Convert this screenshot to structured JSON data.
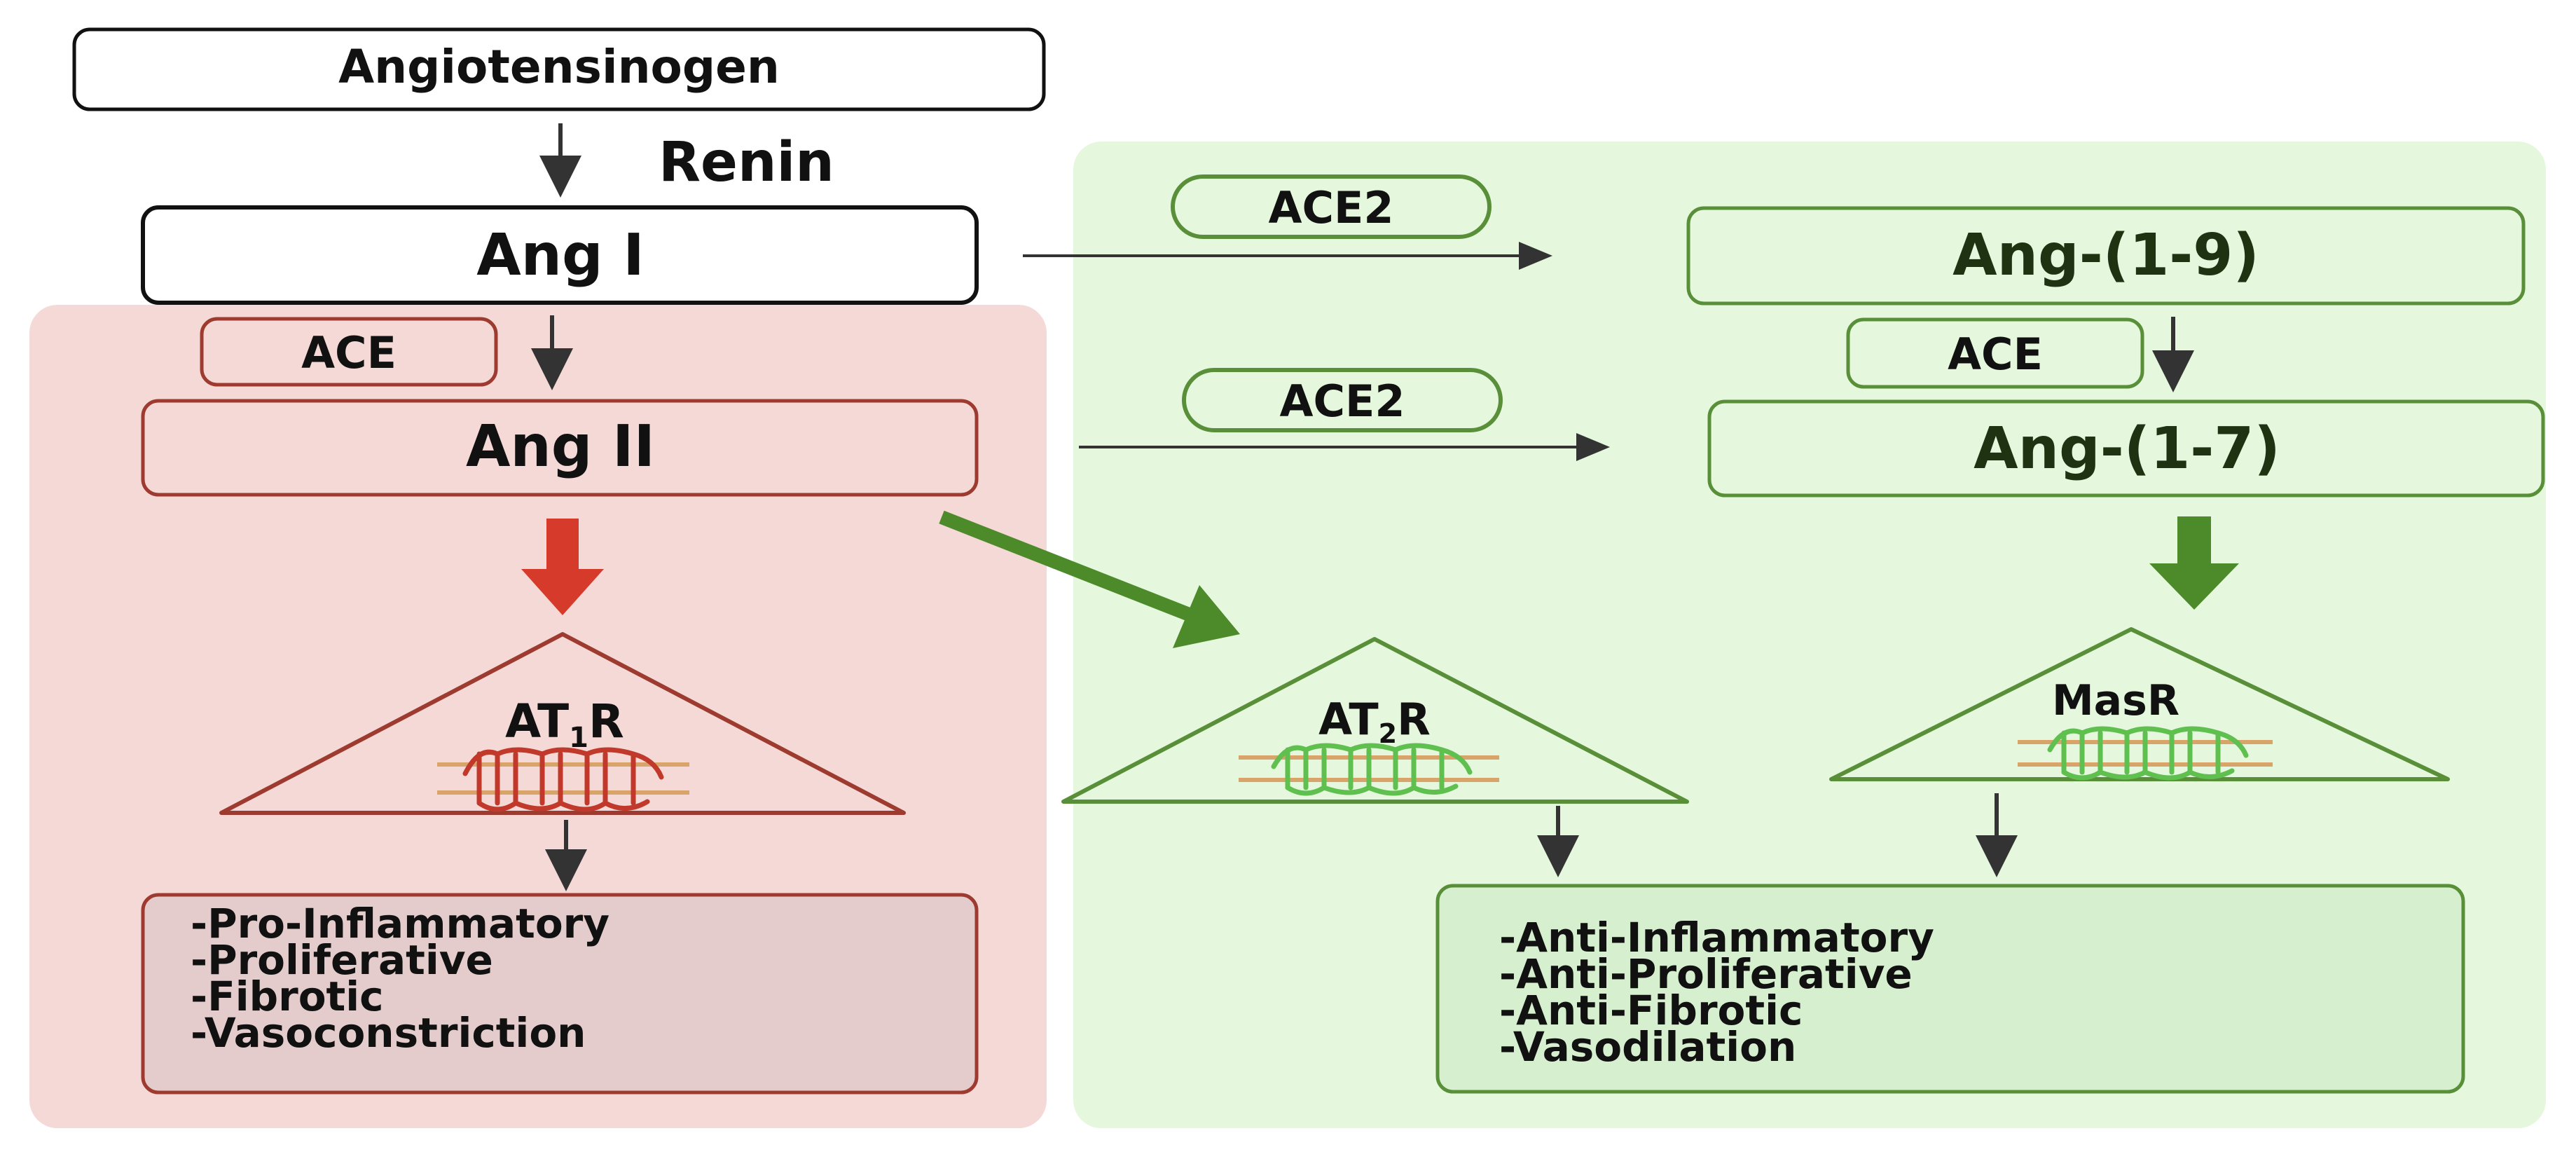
{
  "colors": {
    "red_panel_bg": "#f5d9d6",
    "green_panel_bg": "#e5f7dc",
    "red_stroke": "#9e3b30",
    "red_arrow": "#d63a2b",
    "green_stroke": "#5a8f3a",
    "green_arrow": "#4d8a2a",
    "dark_green_text": "#1f3312",
    "red_box_fill": "#e5cccc",
    "green_box_fill": "#d6efcf",
    "text_dark": "#111111"
  },
  "nodes": {
    "angiotensinogen": "Angiotensinogen",
    "renin": "Renin",
    "ang1": "Ang I",
    "ace_left": "ACE",
    "ang2": "Ang II",
    "ace2_top": "ACE2",
    "ang1_9": "Ang-(1-9)",
    "ace_right": "ACE",
    "ace2_mid": "ACE2",
    "ang1_7": "Ang-(1-7)"
  },
  "receptors": {
    "at1r": {
      "main": "AT",
      "sub": "1",
      "tail": "R"
    },
    "at2r": {
      "main": "AT",
      "sub": "2",
      "tail": "R"
    },
    "masr": "MasR"
  },
  "effects": {
    "harmful": [
      "-Pro-Inflammatory",
      "-Proliferative",
      "-Fibrotic",
      "-Vasoconstriction"
    ],
    "protective": [
      "-Anti-Inflammatory",
      "-Anti-Proliferative",
      "-Anti-Fibrotic",
      "-Vasodilation"
    ]
  }
}
